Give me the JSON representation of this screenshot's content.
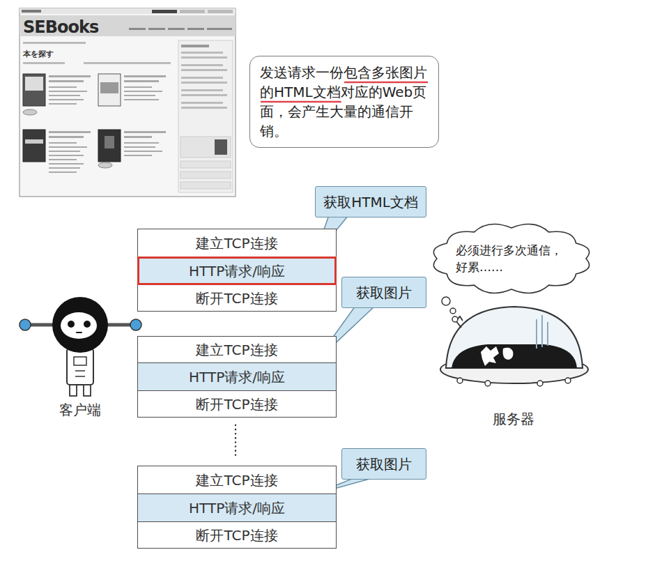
{
  "diagram": {
    "nodes": [
      {
        "text": [
          "发送请求一份包含多张图片的HTML文档对应的Web页面，会产生大量的通信开销。"
        ]
      },
      {
        "text": [
          "获取HTML文档"
        ]
      },
      {
        "text": [
          "建立TCP连接"
        ]
      },
      {
        "text": [
          "HTTP请求/响应"
        ]
      },
      {
        "text": [
          "断开TCP连接"
        ]
      },
      {
        "text": [
          "必须进行多次通信，好累……"
        ]
      },
      {
        "text": [
          "获取图片"
        ]
      },
      {
        "text": [
          "建立TCP连接"
        ]
      },
      {
        "text": [
          "HTTP请求/响应"
        ]
      },
      {
        "text": [
          "断开TCP连接"
        ]
      },
      {
        "text": [
          "获取图片"
        ]
      },
      {
        "text": [
          "建立TCP连接"
        ]
      },
      {
        "text": [
          "HTTP请求/响应"
        ]
      },
      {
        "text": [
          "断开TCP连接"
        ]
      }
    ],
    "labels": [
      "SEBooks",
      "本を探す",
      "客户端",
      "服务器"
    ]
  }
}
